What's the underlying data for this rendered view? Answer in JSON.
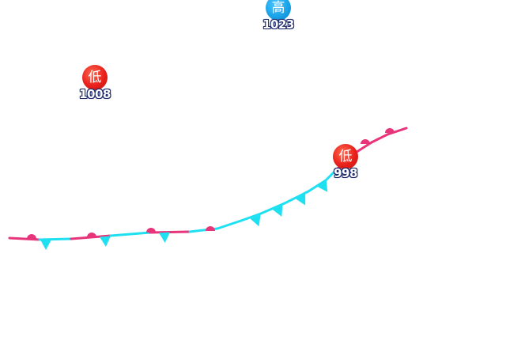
{
  "map": {
    "colors": {
      "background": "#ffffff",
      "low_badge": "#e8201b",
      "high_badge": "#1aa3e8",
      "value_outline": "#1d2a6a",
      "warm_front": "#e8347a",
      "cold_front": "#1ee0f0"
    },
    "pressure_centers": [
      {
        "kind": "high",
        "label": "高",
        "value": "1023"
      },
      {
        "kind": "low",
        "label": "低",
        "value": "1008"
      },
      {
        "kind": "low",
        "label": "低",
        "value": "998"
      }
    ],
    "front": {
      "type": "stationary-front"
    }
  }
}
